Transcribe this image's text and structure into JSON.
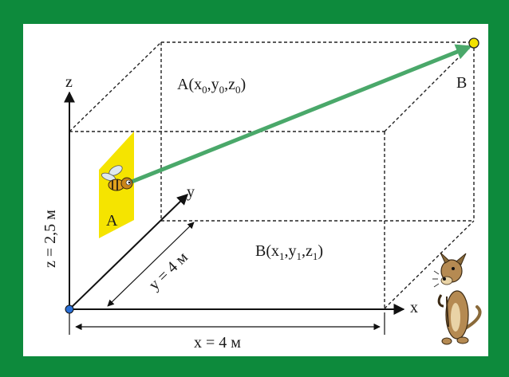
{
  "frame": {
    "border_color": "#0d8a3c",
    "background": "#ffffff"
  },
  "axes": {
    "x": "x",
    "y": "y",
    "z": "z"
  },
  "points": {
    "A": {
      "name": "A",
      "coords_var": "x",
      "sub": "0"
    },
    "B": {
      "name": "B",
      "coords_var": "x",
      "sub": "1"
    }
  },
  "point_labels": {
    "A_coords": {
      "prefix": "A(",
      "x": "x",
      "xs": "0",
      "y": "y",
      "ys": "0",
      "z": "z",
      "zs": "0"
    },
    "B_coords": {
      "prefix": "B(",
      "x": "x",
      "xs": "1",
      "y": "y",
      "ys": "1",
      "z": "z",
      "zs": "1"
    }
  },
  "dimensions": {
    "x": "x = 4 м",
    "y": "y = 4 м",
    "z": "z = 2,5 м"
  },
  "colors": {
    "vector": "#4aa86a",
    "plane": "#f5e400",
    "point_B": "#f2e200",
    "origin": "#2a6fd6"
  },
  "icons": [
    "bee-icon",
    "dog-icon"
  ]
}
